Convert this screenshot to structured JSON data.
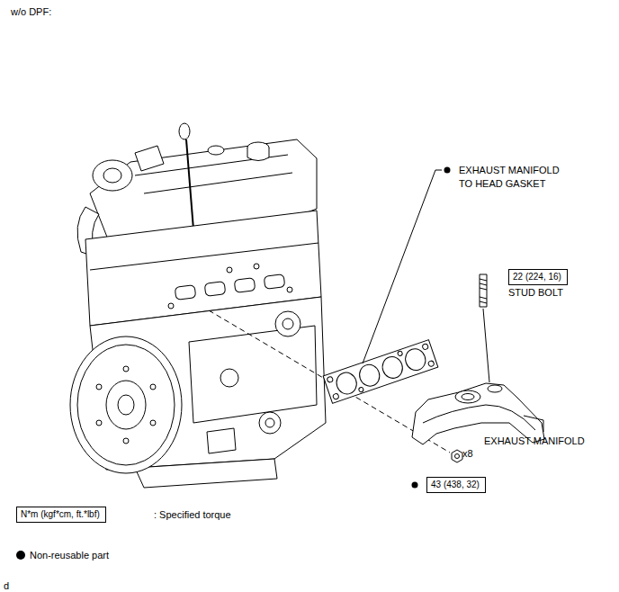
{
  "diagram": {
    "nodes": [
      {
        "text": [
          "22 (224, 16)"
        ]
      },
      {
        "text": [
          "43 (438, 32)"
        ]
      },
      {
        "text": [
          "N*m (kgf*cm, ft.*lbf)"
        ]
      }
    ],
    "edges": [],
    "labels": [
      "w/o DPF:",
      "EXHAUST MANIFOLD TO HEAD GASKET",
      "STUD BOLT",
      "EXHAUST MANIFOLD",
      "x8",
      ": Specified torque",
      "d"
    ],
    "legend": [
      {
        "text": "Non-reusable part"
      }
    ]
  }
}
